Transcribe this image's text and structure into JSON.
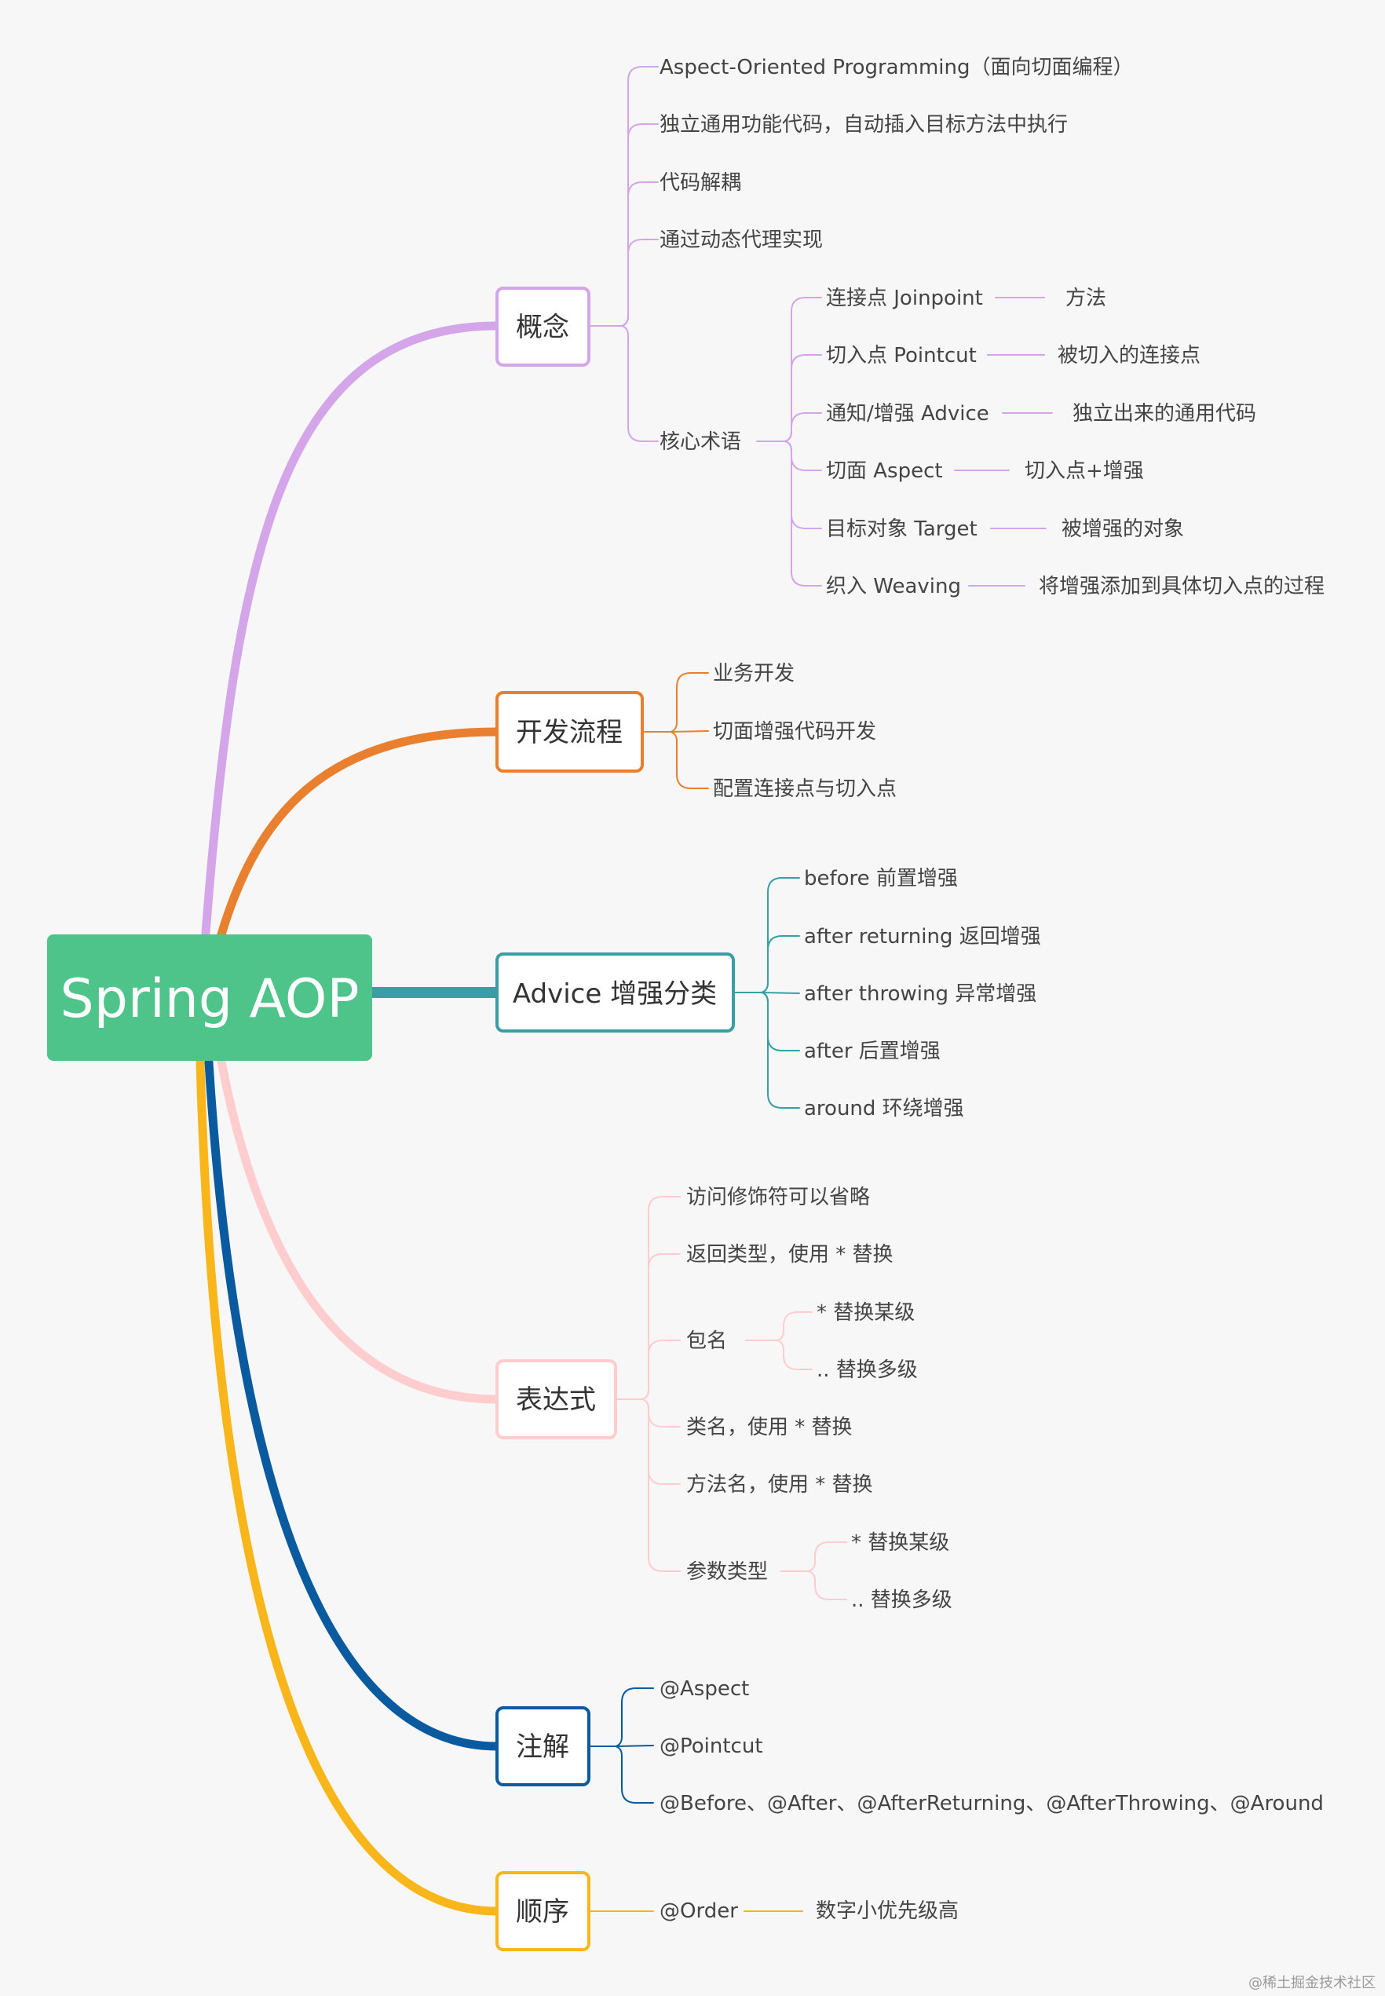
{
  "root": {
    "label": "Spring AOP",
    "color": "#4fc48a"
  },
  "branches": [
    {
      "id": "concept",
      "label": "概念",
      "color": "#d4a5e8",
      "children": [
        {
          "label": "Aspect-Oriented Programming（面向切面编程）"
        },
        {
          "label": "独立通用功能代码，自动插入目标方法中执行"
        },
        {
          "label": "代码解耦"
        },
        {
          "label": "通过动态代理实现"
        },
        {
          "label": "核心术语",
          "children": [
            {
              "label": "连接点 Joinpoint",
              "value": "方法"
            },
            {
              "label": "切入点 Pointcut",
              "value": "被切入的连接点"
            },
            {
              "label": "通知/增强 Advice",
              "value": "独立出来的通用代码"
            },
            {
              "label": "切面 Aspect",
              "value": "切入点+增强"
            },
            {
              "label": "目标对象 Target",
              "value": "被增强的对象"
            },
            {
              "label": "织入 Weaving",
              "value": "将增强添加到具体切入点的过程"
            }
          ]
        }
      ]
    },
    {
      "id": "dev-flow",
      "label": "开发流程",
      "color": "#e8802f",
      "children": [
        {
          "label": "业务开发"
        },
        {
          "label": "切面增强代码开发"
        },
        {
          "label": "配置连接点与切入点"
        }
      ]
    },
    {
      "id": "advice-types",
      "label": "Advice 增强分类",
      "color": "#3a9ea5",
      "children": [
        {
          "label": "before 前置增强"
        },
        {
          "label": "after returning 返回增强"
        },
        {
          "label": "after throwing 异常增强"
        },
        {
          "label": "after 后置增强"
        },
        {
          "label": "around 环绕增强"
        }
      ]
    },
    {
      "id": "expression",
      "label": "表达式",
      "color": "#ffcdcd",
      "children": [
        {
          "label": "访问修饰符可以省略"
        },
        {
          "label": "返回类型，使用 * 替换"
        },
        {
          "label": "包名",
          "children": [
            {
              "label": "* 替换某级"
            },
            {
              "label": ".. 替换多级"
            }
          ]
        },
        {
          "label": "类名，使用 * 替换"
        },
        {
          "label": "方法名，使用 * 替换"
        },
        {
          "label": "参数类型",
          "children": [
            {
              "label": "* 替换某级"
            },
            {
              "label": ".. 替换多级"
            }
          ]
        }
      ]
    },
    {
      "id": "annotation",
      "label": "注解",
      "color": "#0a5aa0",
      "children": [
        {
          "label": "@Aspect"
        },
        {
          "label": "@Pointcut"
        },
        {
          "label": "@Before、@After、@AfterReturning、@AfterThrowing、@Around"
        }
      ]
    },
    {
      "id": "order",
      "label": "顺序",
      "color": "#f8b61b",
      "children": [
        {
          "label": "@Order",
          "value": "数字小优先级高"
        }
      ]
    }
  ],
  "watermark": "@稀土掘金技术社区"
}
